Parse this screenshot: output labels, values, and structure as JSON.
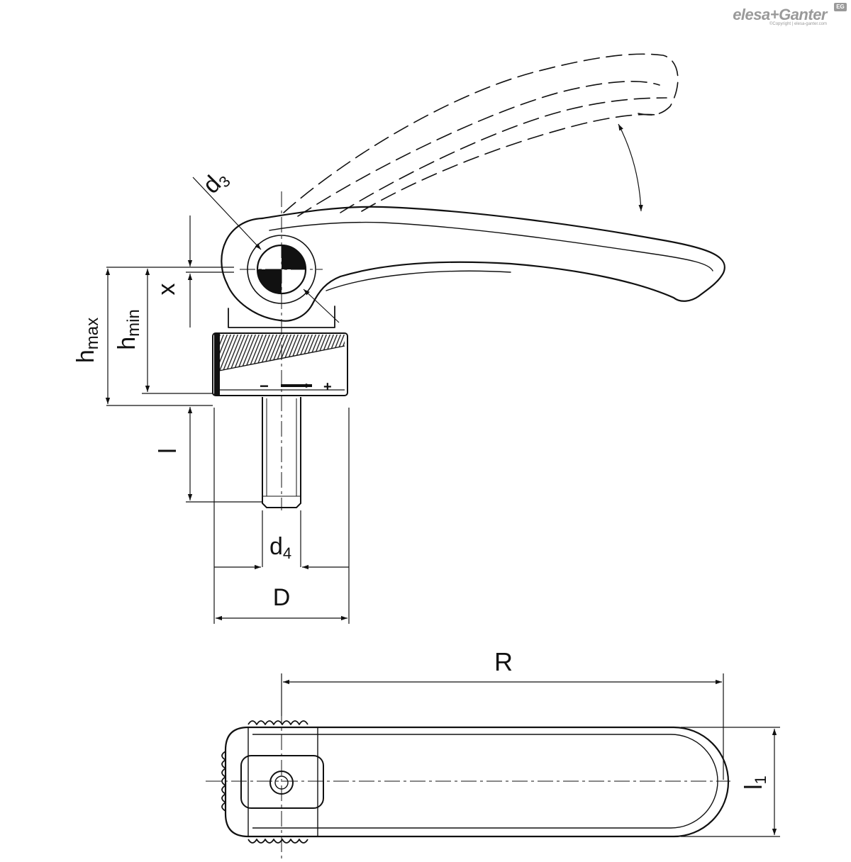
{
  "brand": {
    "name": "elesa+Ganter",
    "copyright": "©Copyright | elesa-ganter.com",
    "badge": "EG"
  },
  "labels": {
    "d3": "d",
    "d3_sub": "3",
    "x": "x",
    "h_max": "h",
    "h_max_sub": "max",
    "h_min": "h",
    "h_min_sub": "min",
    "l": "l",
    "d4": "d",
    "d4_sub": "4",
    "D": "D",
    "R": "R",
    "l1": "l",
    "l1_sub": "1"
  },
  "adjust_ring": {
    "minus": "−",
    "plus": "+"
  }
}
